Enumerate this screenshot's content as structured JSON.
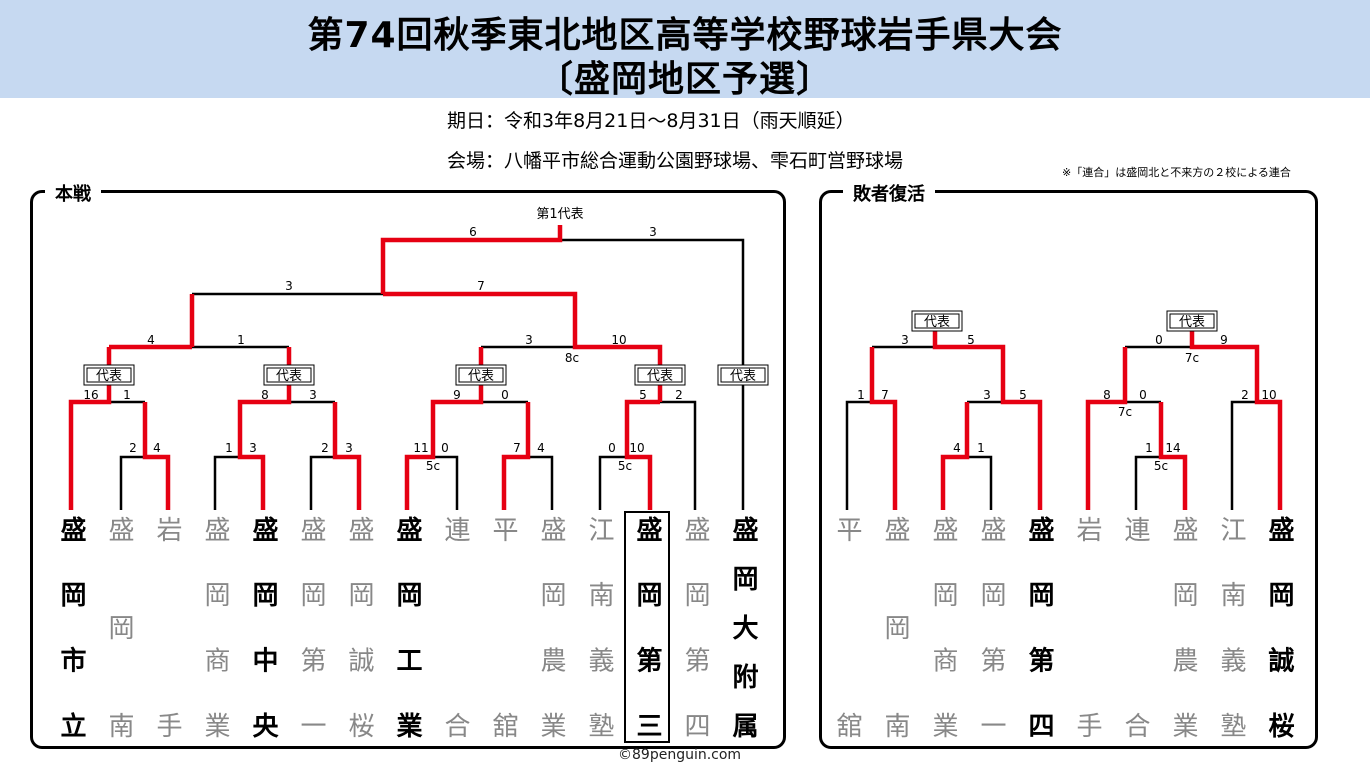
{
  "header": {
    "title_line1": "第74回秋季東北地区高等学校野球岩手県大会",
    "title_line2": "〔盛岡地区予選〕",
    "date": "期日：令和3年8月21日～8月31日（雨天順延）",
    "venue": "会場：八幡平市総合運動公園野球場、雫石町営野球場",
    "note": "※「連合」は盛岡北と不来方の２校による連合"
  },
  "main": {
    "title": "本戦",
    "first_rep_label": "第1代表",
    "rep_label": "代表",
    "scores": [
      "6",
      "3",
      "3",
      "7",
      "4",
      "1",
      "3",
      "10",
      "8c",
      "16",
      "1",
      "8",
      "3",
      "9",
      "0",
      "5",
      "2",
      "2",
      "4",
      "1",
      "3",
      "2",
      "3",
      "11",
      "0",
      "7",
      "4",
      "0",
      "10",
      "5c",
      "5c"
    ],
    "teams": [
      {
        "name": "盛岡市立",
        "winner": true
      },
      {
        "name": "盛岡南",
        "winner": false
      },
      {
        "name": "岩手",
        "winner": false
      },
      {
        "name": "盛岡商業",
        "winner": false
      },
      {
        "name": "盛岡中央",
        "winner": true
      },
      {
        "name": "盛岡第一",
        "winner": false
      },
      {
        "name": "盛岡誠桜",
        "winner": false
      },
      {
        "name": "盛岡工業",
        "winner": true
      },
      {
        "name": "連合",
        "winner": false
      },
      {
        "name": "平舘",
        "winner": false
      },
      {
        "name": "盛岡農業",
        "winner": false
      },
      {
        "name": "江南義塾",
        "winner": false
      },
      {
        "name": "盛岡第三",
        "winner": true,
        "champion": true
      },
      {
        "name": "盛岡第四",
        "winner": false
      },
      {
        "name": "盛岡大附属",
        "winner": true
      }
    ]
  },
  "loser": {
    "title": "敗者復活",
    "rep_label": "代表",
    "scores": [
      "3",
      "5",
      "1",
      "7",
      "3",
      "5",
      "4",
      "1",
      "0",
      "9",
      "7c",
      "8",
      "0",
      "7c",
      "2",
      "10",
      "1",
      "14",
      "5c"
    ],
    "teams": [
      {
        "name": "平舘",
        "winner": false
      },
      {
        "name": "盛岡南",
        "winner": false
      },
      {
        "name": "盛岡商業",
        "winner": false
      },
      {
        "name": "盛岡第一",
        "winner": false
      },
      {
        "name": "盛岡第四",
        "winner": true
      },
      {
        "name": "岩手",
        "winner": false
      },
      {
        "name": "連合",
        "winner": false
      },
      {
        "name": "盛岡農業",
        "winner": false
      },
      {
        "name": "江南義塾",
        "winner": false
      },
      {
        "name": "盛岡誠桜",
        "winner": true
      }
    ]
  },
  "footer": {
    "copyright": "©89penguin.com"
  },
  "colors": {
    "header_bg": "#c6d9f1",
    "win_line": "#e60012",
    "lose_line": "#000000",
    "loser_team": "#888888"
  }
}
